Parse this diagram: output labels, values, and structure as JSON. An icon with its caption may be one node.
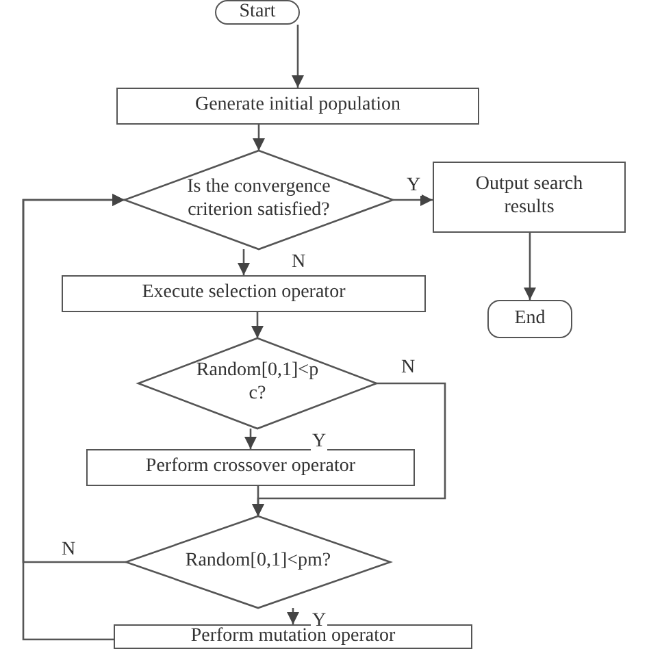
{
  "diagram": {
    "nodes": [
      {
        "text": [
          "Start"
        ]
      },
      {
        "text": [
          "Generate initial population"
        ]
      },
      {
        "text": [
          "Is the convergence criterion satisfied?"
        ]
      },
      {
        "text": [
          "Output search results"
        ]
      },
      {
        "text": [
          "End"
        ]
      },
      {
        "text": [
          "Execute selection operator"
        ]
      },
      {
        "text": [
          "Random[0,1]<p c?"
        ]
      },
      {
        "text": [
          "Perform crossover operator"
        ]
      },
      {
        "text": [
          "Random[0,1]<pm?"
        ]
      },
      {
        "text": [
          "Perform mutation operator"
        ]
      }
    ],
    "edges": [
      {
        "from": 0,
        "to": 1,
        "arrow": "to"
      },
      {
        "from": 1,
        "to": 2,
        "arrow": "to"
      },
      {
        "from": 2,
        "to": 3,
        "arrow": "to",
        "label": "Y"
      },
      {
        "from": 3,
        "to": 4,
        "arrow": "to"
      },
      {
        "from": 2,
        "to": 5,
        "arrow": "to",
        "label": "N"
      },
      {
        "from": 5,
        "to": 6,
        "arrow": "to"
      },
      {
        "from": 6,
        "to": 7,
        "arrow": "to",
        "label": "Y"
      },
      {
        "from": 6,
        "to": 8,
        "arrow": "to",
        "label": "N"
      },
      {
        "from": 7,
        "to": 8,
        "arrow": "to"
      },
      {
        "from": 8,
        "to": 9,
        "arrow": "to",
        "label": "Y"
      },
      {
        "from": 8,
        "to": 2,
        "arrow": "to",
        "label": "N"
      },
      {
        "from": 9,
        "to": 2,
        "arrow": "to"
      }
    ]
  }
}
